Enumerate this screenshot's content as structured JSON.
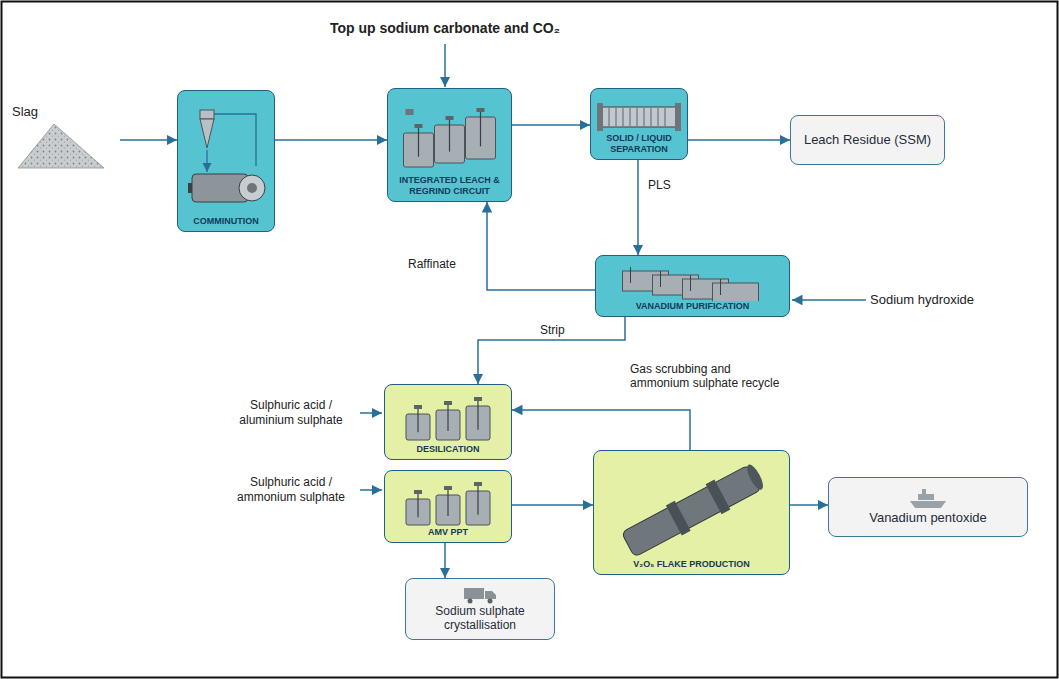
{
  "diagram": {
    "nodes": [
      {
        "text": [
          "Slag"
        ]
      },
      {
        "text": [
          "COMMINUTION"
        ]
      },
      {
        "text": [
          "INTEGRATED LEACH & REGRIND CIRCUIT"
        ]
      },
      {
        "text": [
          "SOLID / LIQUID SEPARATION"
        ]
      },
      {
        "text": [
          "Leach Residue (SSM)"
        ]
      },
      {
        "text": [
          "VANADIUM PURIFICATION"
        ]
      },
      {
        "text": [
          "DESILICATION"
        ]
      },
      {
        "text": [
          "AMV PPT"
        ]
      },
      {
        "text": [
          "V₂O₅ FLAKE PRODUCTION"
        ]
      },
      {
        "text": [
          "Vanadium pentoxide"
        ]
      },
      {
        "text": [
          "Sodium sulphate crystallisation"
        ]
      }
    ],
    "edges": [
      {
        "from": 0,
        "to": 1,
        "arrow": "to"
      },
      {
        "from": 1,
        "to": 2,
        "arrow": "to"
      },
      {
        "from": 2,
        "to": 3,
        "arrow": "to"
      },
      {
        "from": 3,
        "to": 4,
        "arrow": "to"
      },
      {
        "from": 3,
        "to": 5,
        "label": "PLS",
        "arrow": "to"
      },
      {
        "from": 5,
        "to": 2,
        "label": "Raffinate",
        "arrow": "to"
      },
      {
        "from": 5,
        "to": 6,
        "label": "Strip",
        "arrow": "to"
      },
      {
        "from": 7,
        "to": 8,
        "arrow": "to"
      },
      {
        "from": 8,
        "to": 6,
        "label": "Gas scrubbing and ammonium sulphate recycle",
        "arrow": "to"
      },
      {
        "from": 8,
        "to": 9,
        "arrow": "to"
      },
      {
        "from": 7,
        "to": 10,
        "arrow": "to"
      }
    ],
    "labels": [
      "Top up sodium carbonate and CO₂",
      "Sodium hydroxide",
      "Sulphuric acid / aluminium sulphate",
      "Sulphuric acid / ammonium sulphate"
    ]
  }
}
